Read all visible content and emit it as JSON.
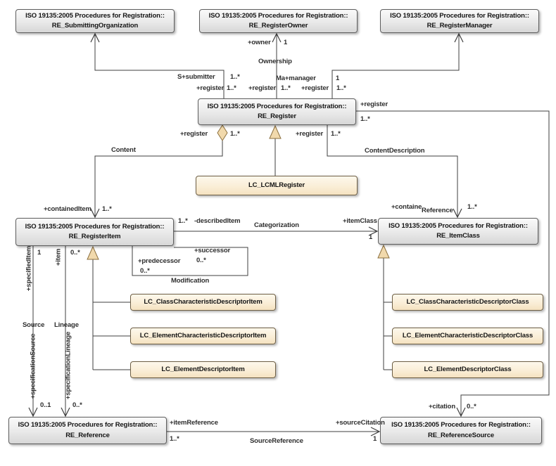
{
  "package_line": "ISO 19135:2005 Procedures for Registration::",
  "classes": {
    "submitting_organization": {
      "name": "RE_SubmittingOrganization"
    },
    "register_owner": {
      "name": "RE_RegisterOwner"
    },
    "register_manager": {
      "name": "RE_RegisterManager"
    },
    "register": {
      "name": "RE_Register"
    },
    "register_item": {
      "name": "RE_RegisterItem"
    },
    "item_class": {
      "name": "RE_ItemClass"
    },
    "reference": {
      "name": "RE_Reference"
    },
    "reference_source": {
      "name": "RE_ReferenceSource"
    },
    "lcml_register": {
      "name": "LC_LCMLRegister"
    },
    "class_characteristic_descriptor_item": {
      "name": "LC_ClassCharacteristicDescriptorItem"
    },
    "element_characteristic_descriptor_item": {
      "name": "LC_ElementCharacteristicDescriptorItem"
    },
    "element_descriptor_item": {
      "name": "LC_ElementDescriptorItem"
    },
    "class_characteristic_descriptor_class": {
      "name": "LC_ClassCharacteristicDescriptorClass"
    },
    "element_characteristic_descriptor_class": {
      "name": "LC_ElementCharacteristicDescriptorClass"
    },
    "element_descriptor_class": {
      "name": "LC_ElementDescriptorClass"
    }
  },
  "labels": {
    "owner_role": "+owner",
    "owner_mult": "1",
    "ownership": "Ownership",
    "submitter_role": "S+submitter",
    "submitter_mult": "1..*",
    "register_role_1": "+register",
    "register_mult_1": "1..*",
    "register_role_2": "+register",
    "register_mult_2": "1..*",
    "manager_role": "Ma+manager",
    "manager_mult": "1",
    "register_role_3": "+register",
    "register_mult_3": "1..*",
    "register_role_4": "+register",
    "register_mult_4": "1..*",
    "register_role_5": "+register",
    "register_mult_5": "1..*",
    "register_role_6": "+register",
    "register_mult_6": "1..*",
    "content": "Content",
    "content_description": "ContentDescription",
    "contained_item_role": "+containedItem",
    "contained_item_mult": "1..*",
    "containe_role": "+containe",
    "reference_assoc": "Reference",
    "item_class_top_mult": "1..*",
    "described_item_mult": "1..*",
    "described_item_role": "-describedItem",
    "categorization": "Categorization",
    "item_class_role": "+itemClass",
    "item_class_mult": "1",
    "successor_role": "+successor",
    "successor_mult": "0..*",
    "predecessor_role": "+predecessor",
    "predecessor_mult": "0..*",
    "modification": "Modification",
    "specified_item_role": "+specifiedItem",
    "specified_item_mult": "1",
    "item_role": "+item",
    "item_mult": "0..*",
    "source": "Source",
    "lineage": "Lineage",
    "specification_source_role": "+specificationSource",
    "specification_lineage_role": "+specificationLineage",
    "specification_source_mult": "0..1",
    "specification_lineage_mult": "0..*",
    "item_reference_role": "+itemReference",
    "item_reference_mult": "1..*",
    "source_reference": "SourceReference",
    "source_citation_role": "+sourceCitation",
    "source_citation_mult": "1",
    "citation_role": "+citation",
    "citation_mult": "0..*"
  },
  "colors": {
    "class_fill": "#e9e9e9",
    "lc_fill": "#faeed7",
    "line": "#3f3f3f",
    "generalization_fill": "#f1d9ac"
  }
}
